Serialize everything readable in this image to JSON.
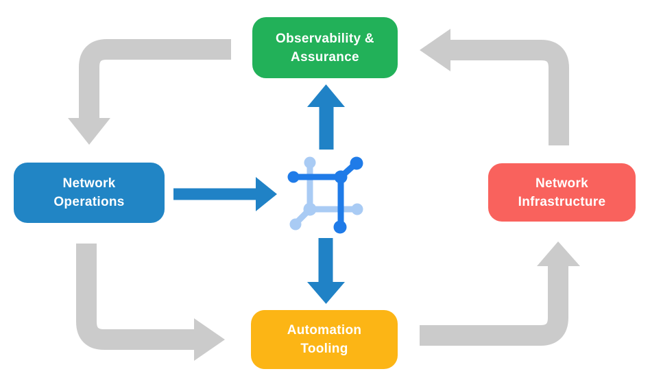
{
  "nodes": [
    {
      "id": "observability",
      "label": "Observability &\nAssurance",
      "color": "#22B159"
    },
    {
      "id": "operations",
      "label": "Network\nOperations",
      "color": "#2185C5"
    },
    {
      "id": "infrastructure",
      "label": "Network\nInfrastructure",
      "color": "#F9625D"
    },
    {
      "id": "automation",
      "label": "Automation\nTooling",
      "color": "#FCB515"
    }
  ],
  "icon": {
    "name": "network-mesh-icon",
    "dark": "#1F7BE8",
    "light": "#A9CBF4"
  },
  "colors": {
    "arrow_gray": "#CBCBCB",
    "arrow_blue": "#2082C6",
    "text": "#FFFFFF",
    "background": "#FFFFFF"
  },
  "edges": [
    {
      "from": "observability",
      "to": "operations",
      "style": "gray-elbow"
    },
    {
      "from": "operations",
      "to": "center-icon",
      "style": "blue"
    },
    {
      "from": "center-icon",
      "to": "observability",
      "style": "blue"
    },
    {
      "from": "center-icon",
      "to": "automation",
      "style": "blue"
    },
    {
      "from": "operations",
      "to": "automation",
      "style": "gray-elbow"
    },
    {
      "from": "automation",
      "to": "infrastructure",
      "style": "gray-elbow"
    },
    {
      "from": "infrastructure",
      "to": "observability",
      "style": "gray-elbow"
    }
  ]
}
